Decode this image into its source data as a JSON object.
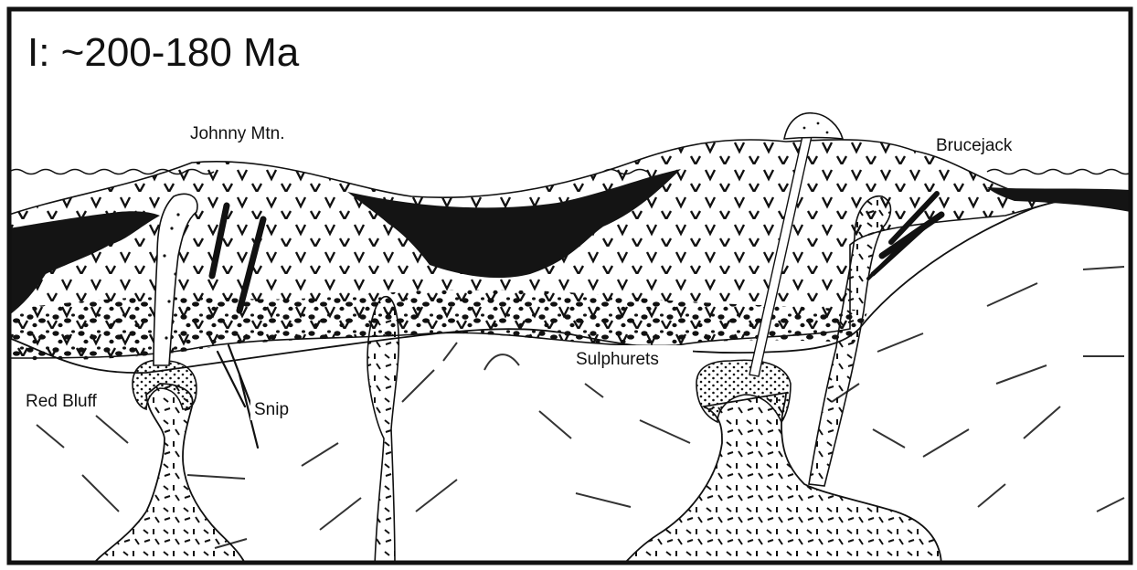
{
  "diagram": {
    "title": "I: ~200-180 Ma",
    "labels": {
      "johnny_mtn": "Johnny Mtn.",
      "brucejack": "Brucejack",
      "red_bluff": "Red Bluff",
      "snip": "Snip",
      "sulphurets": "Sulphurets"
    },
    "colors": {
      "ink": "#111111",
      "paper": "#ffffff",
      "black_unit": "#141414"
    }
  }
}
